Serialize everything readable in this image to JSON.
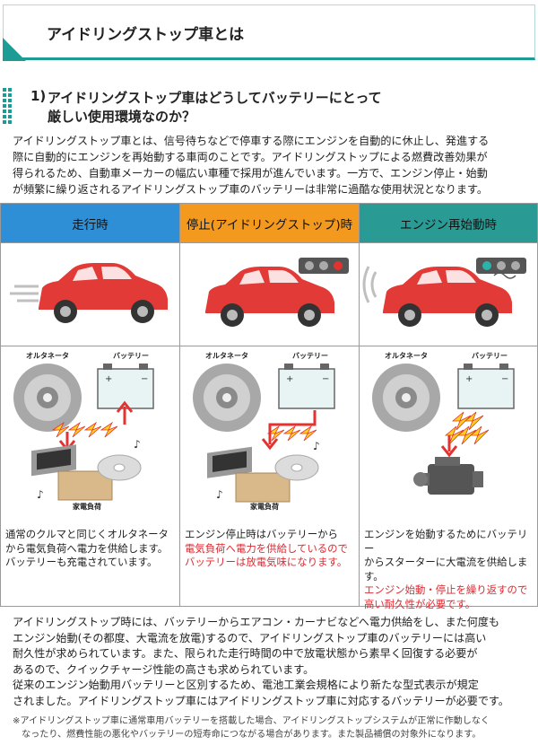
{
  "header": {
    "title": "アイドリングストップ車とは"
  },
  "section": {
    "number": "1)",
    "line1": "アイドリングストップ車はどうしてバッテリーにとって",
    "line2": "厳しい使用環境なのか？"
  },
  "intro": [
    "アイドリングストップ車とは、信号待ちなどで停車する際にエンジンを自動的に休止し、発進する",
    "際に自動的にエンジンを再始動する車両のことです。アイドリングストップによる燃費改善効果が",
    "得られるため、自動車メーカーの幅広い車種で採用が進んでいます。一方で、エンジン停止・始動",
    "が頻繁に繰り返されるアイドリングストップ車のバッテリーは非常に過酷な使用状況となります。"
  ],
  "columns": [
    {
      "header": "走行時",
      "color": "#2e8fd6",
      "alternator_label": "オルタネータ",
      "battery_label": "バッテリー",
      "appliance_label": "家電負荷",
      "text": [
        "通常のクルマと同じくオルタネータ",
        "から電気負荷へ電力を供給します。",
        "バッテリーも充電されています。"
      ],
      "red": []
    },
    {
      "header": "停止(アイドリングストップ)時",
      "color": "#f39a1e",
      "alternator_label": "オルタネータ",
      "battery_label": "バッテリー",
      "appliance_label": "家電負荷",
      "text": [
        "エンジン停止時はバッテリーから"
      ],
      "red": [
        "電気負荷へ電力を供給しているので",
        "バッテリーは放電気味になります。"
      ]
    },
    {
      "header": "エンジン再始動時",
      "color": "#2a9a94",
      "alternator_label": "オルタネータ",
      "battery_label": "バッテリー",
      "text": [
        "エンジンを始動するためにバッテリー",
        "からスターターに大電流を供給します。"
      ],
      "red": [
        "エンジン始動・停止を繰り返すので",
        "高い耐久性が必要です。"
      ]
    }
  ],
  "outro": [
    "アイドリングストップ時には、バッテリーからエアコン・カーナビなどへ電力供給をし、また何度も",
    "エンジン始動(その都度、大電流を放電)するので、アイドリングストップ車のバッテリーには高い",
    "耐久性が求められています。また、限られた走行時間の中で放電状態から素早く回復する必要が",
    "あるので、クイックチャージ性能の高さも求められています。",
    "従来のエンジン始動用バッテリーと区別するため、電池工業会規格により新たな型式表示が規定",
    "されました。アイドリングストップ車にはアイドリングストップ車に対応するバッテリーが必要です。"
  ],
  "note": [
    "※アイドリングストップ車に通常車用バッテリーを搭載した場合、アイドリングストップシステムが正常に作動しなく",
    "　なったり、燃費性能の悪化やバッテリーの短寿命につながる場合があります。また製品補償の対象外になります。"
  ],
  "colors": {
    "accent": "#1d9c95",
    "car_red": "#e23a36",
    "warning_red": "#e0282f",
    "bolt_yellow": "#ffd31a",
    "arrow_red": "#e3322f"
  }
}
